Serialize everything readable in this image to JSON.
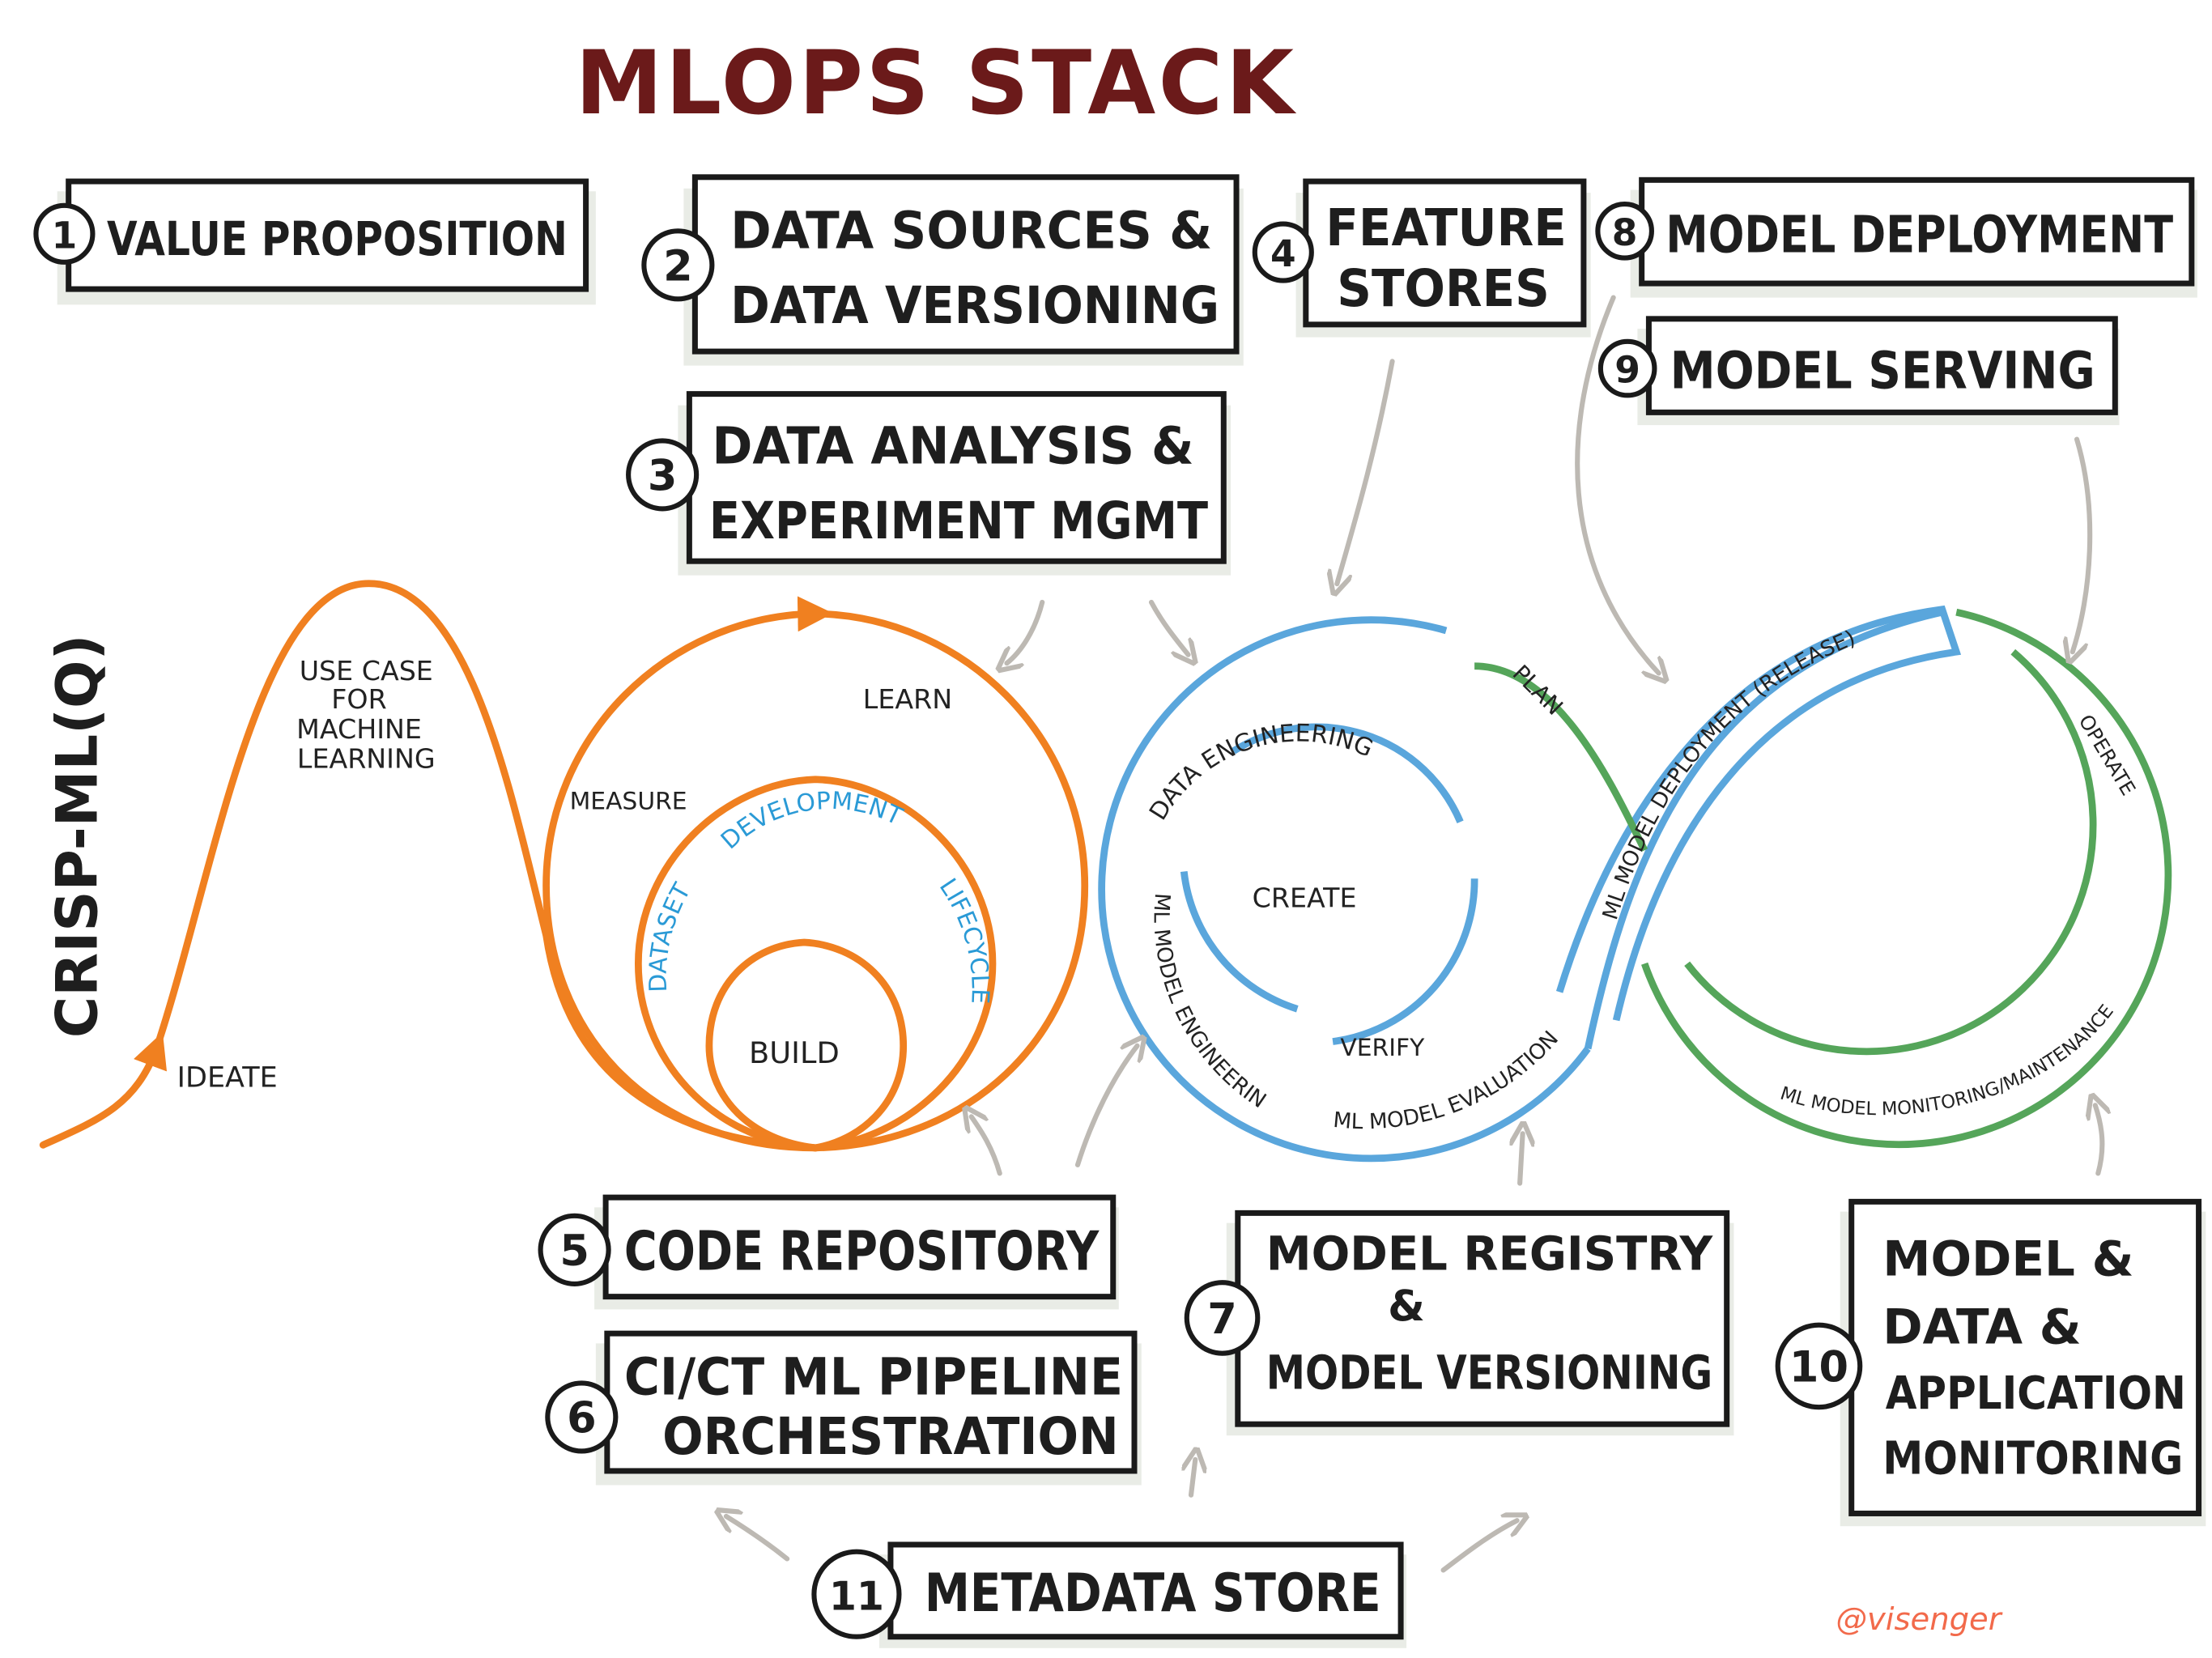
{
  "title": "MLOPS STACK",
  "side_label": "CRISP-ML(Q)",
  "signature": "@visenger",
  "colors": {
    "title": "#6b1a1a",
    "orange": "#f08020",
    "blue": "#5aa6dc",
    "green": "#55a55a",
    "arrow": "#bdb9b3",
    "signature": "#f26a4b",
    "dev_text": "#2a9ad6"
  },
  "boxes": [
    {
      "number": "1",
      "lines": [
        "VALUE PROPOSITION"
      ]
    },
    {
      "number": "2",
      "lines": [
        "DATA SOURCES &",
        "DATA VERSIONING"
      ]
    },
    {
      "number": "3",
      "lines": [
        "DATA ANALYSIS &",
        "EXPERIMENT MGMT"
      ]
    },
    {
      "number": "4",
      "lines": [
        "FEATURE",
        "STORES"
      ]
    },
    {
      "number": "5",
      "lines": [
        "CODE REPOSITORY"
      ]
    },
    {
      "number": "6",
      "lines": [
        "CI/CT ML PIPELINE",
        "ORCHESTRATION"
      ]
    },
    {
      "number": "7",
      "lines": [
        "MODEL REGISTRY",
        "&",
        "MODEL VERSIONING"
      ]
    },
    {
      "number": "8",
      "lines": [
        "MODEL DEPLOYMENT"
      ]
    },
    {
      "number": "9",
      "lines": [
        "MODEL SERVING"
      ]
    },
    {
      "number": "10",
      "lines": [
        "MODEL &",
        "DATA &",
        "APPLICATION",
        "MONITORING"
      ]
    },
    {
      "number": "11",
      "lines": [
        "METADATA STORE"
      ]
    }
  ],
  "crisp": {
    "ideate": "IDEATE",
    "use_case": [
      "USE CASE",
      "FOR",
      "MACHINE",
      "LEARNING"
    ],
    "learn": "LEARN",
    "measure": "MEASURE",
    "build": "BUILD",
    "development": "DEVELOPMENT",
    "dataset": "DATASET",
    "lifecycle": "LIFECYCLE"
  },
  "cycle": {
    "data_engineering": "DATA ENGINEERING",
    "ml_model_engineering": "ML MODEL ENGINEERING",
    "create": "CREATE",
    "verify": "VERIFY",
    "ml_model_evaluation": "ML MODEL EVALUATION",
    "plan": "PLAN",
    "deployment": "ML MODEL DEPLOYMENT (RELEASE)",
    "operate": "OPERATE",
    "monitoring": "ML MODEL MONITORING/MAINTENANCE"
  }
}
